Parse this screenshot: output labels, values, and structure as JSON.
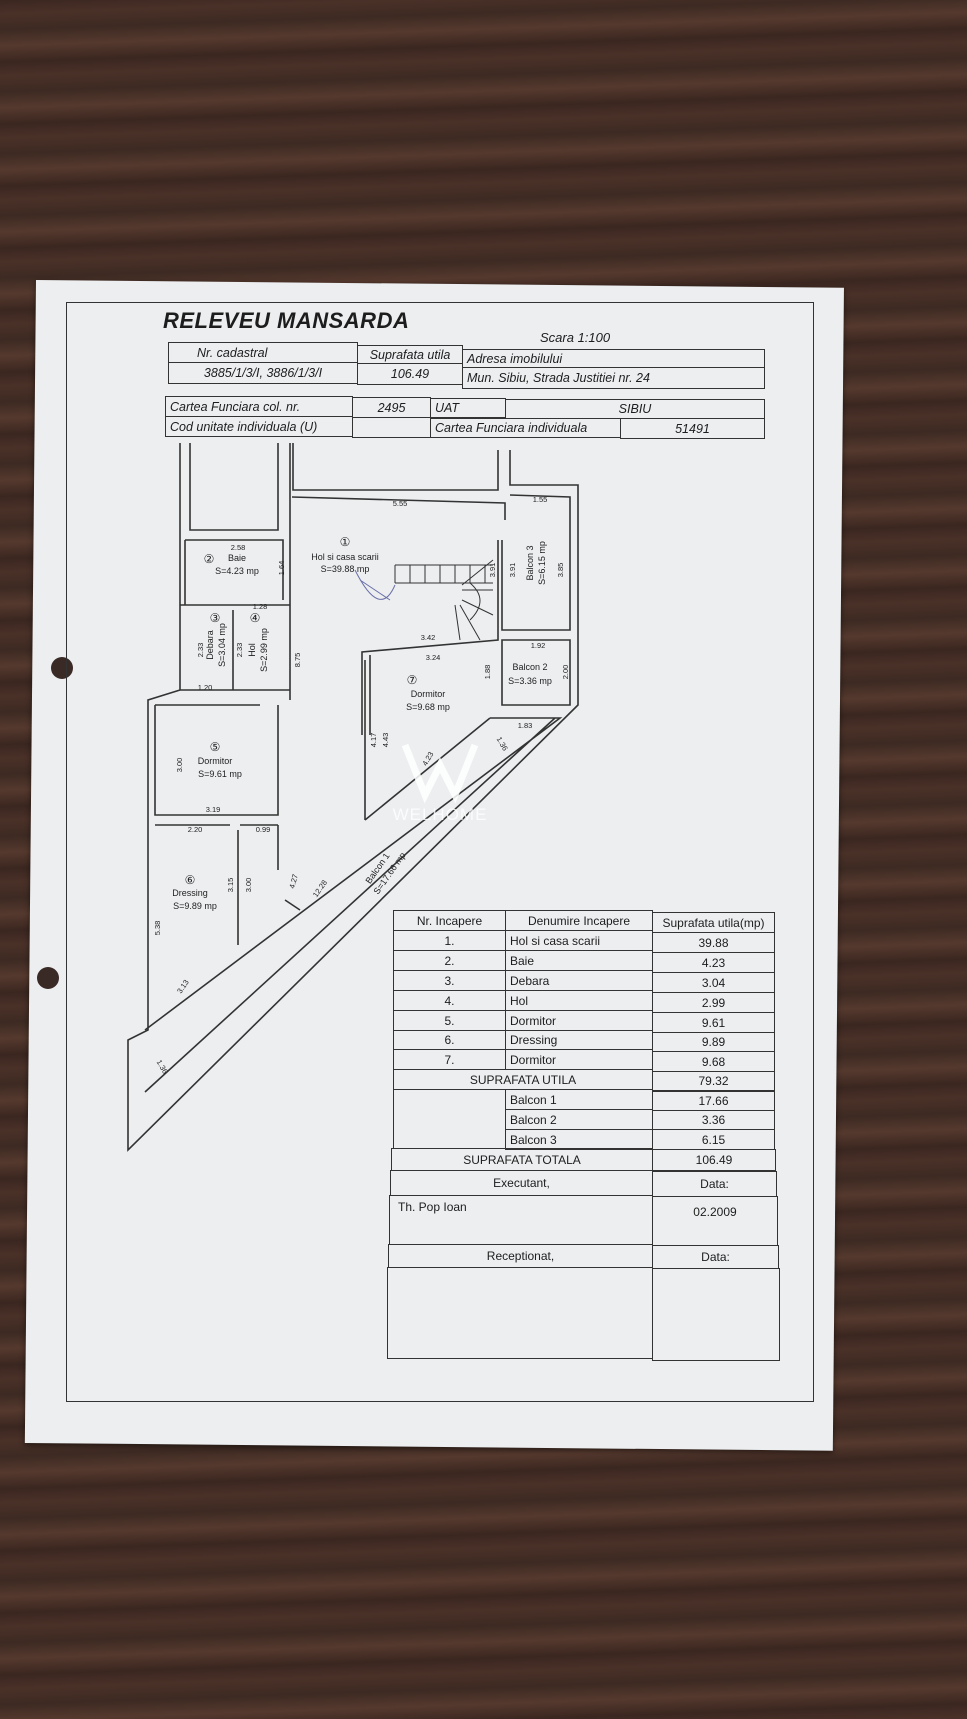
{
  "title": "RELEVEU MANSARDA",
  "scale": "Scara 1:100",
  "header_table": {
    "nr_cadastral_label": "Nr. cadastral",
    "nr_cadastral_value": "3885/1/3/I, 3886/1/3/I",
    "suprafata_utila_label": "Suprafata utila",
    "suprafata_utila_value": "106.49",
    "adresa_label": "Adresa imobilului",
    "adresa_value": "Mun. Sibiu, Strada Justitiei nr. 24",
    "cf_col_label": "Cartea Funciara col. nr.",
    "cf_col_value": "2495",
    "uat_label": "UAT",
    "uat_value": "SIBIU",
    "cod_unitate_label": "Cod unitate individuala (U)",
    "cf_individuala_label": "Cartea Funciara individuala",
    "cf_individuala_value": "51491"
  },
  "plan": {
    "rooms": [
      {
        "num": "①",
        "name": "Hol si casa scarii",
        "area": "S=39.88 mp"
      },
      {
        "num": "②",
        "name": "Baie",
        "area": "S=4.23 mp"
      },
      {
        "num": "③",
        "name": "Debara",
        "area": "S=3.04 mp"
      },
      {
        "num": "④",
        "name": "Hol",
        "area": "S=2.99 mp"
      },
      {
        "num": "⑤",
        "name": "Dormitor",
        "area": "S=9.61 mp"
      },
      {
        "num": "⑥",
        "name": "Dressing",
        "area": "S=9.89 mp"
      },
      {
        "num": "⑦",
        "name": "Dormitor",
        "area": "S=9.68 mp"
      },
      {
        "name": "Balcon 1",
        "area": "S=17.66 mp"
      },
      {
        "name": "Balcon 2",
        "area": "S=3.36 mp"
      },
      {
        "name": "Balcon 3",
        "area": "S=6.15 mp"
      }
    ],
    "dimensions": [
      "5.55",
      "1.55",
      "2.58",
      "1.64",
      "1.28",
      "2.33",
      "2.33",
      "1.20",
      "8.75",
      "3.91",
      "3.91",
      "3.85",
      "3.42",
      "3.24",
      "1.92",
      "1.88",
      "2.00",
      "1.83",
      "1.36",
      "4.23",
      "4.43",
      "4.17",
      "3.00",
      "3.19",
      "2.20",
      "0.99",
      "3.15",
      "3.00",
      "5.38",
      "4.27",
      "12.28",
      "3.13",
      "1.36"
    ]
  },
  "rooms_table": {
    "headers": [
      "Nr. Incapere",
      "Denumire Incapere",
      "Suprafata utila(mp)"
    ],
    "rows": [
      {
        "nr": "1.",
        "name": "Hol si casa scarii",
        "area": "39.88"
      },
      {
        "nr": "2.",
        "name": "Baie",
        "area": "4.23"
      },
      {
        "nr": "3.",
        "name": "Debara",
        "area": "3.04"
      },
      {
        "nr": "4.",
        "name": "Hol",
        "area": "2.99"
      },
      {
        "nr": "5.",
        "name": "Dormitor",
        "area": "9.61"
      },
      {
        "nr": "6.",
        "name": "Dressing",
        "area": "9.89"
      },
      {
        "nr": "7.",
        "name": "Dormitor",
        "area": "9.68"
      }
    ],
    "suprafata_utila_label": "SUPRAFATA UTILA",
    "suprafata_utila_value": "79.32",
    "balconies": [
      {
        "name": "Balcon 1",
        "area": "17.66"
      },
      {
        "name": "Balcon 2",
        "area": "3.36"
      },
      {
        "name": "Balcon 3",
        "area": "6.15"
      }
    ],
    "suprafata_totala_label": "SUPRAFATA TOTALA",
    "suprafata_totala_value": "106.49",
    "executant_label": "Executant,",
    "data_label": "Data:",
    "executant_name": "Th. Pop Ioan",
    "executant_date": "02.2009",
    "receptionat_label": "Receptionat,",
    "receptionat_data_label": "Data:"
  },
  "watermark": "WELHOME"
}
